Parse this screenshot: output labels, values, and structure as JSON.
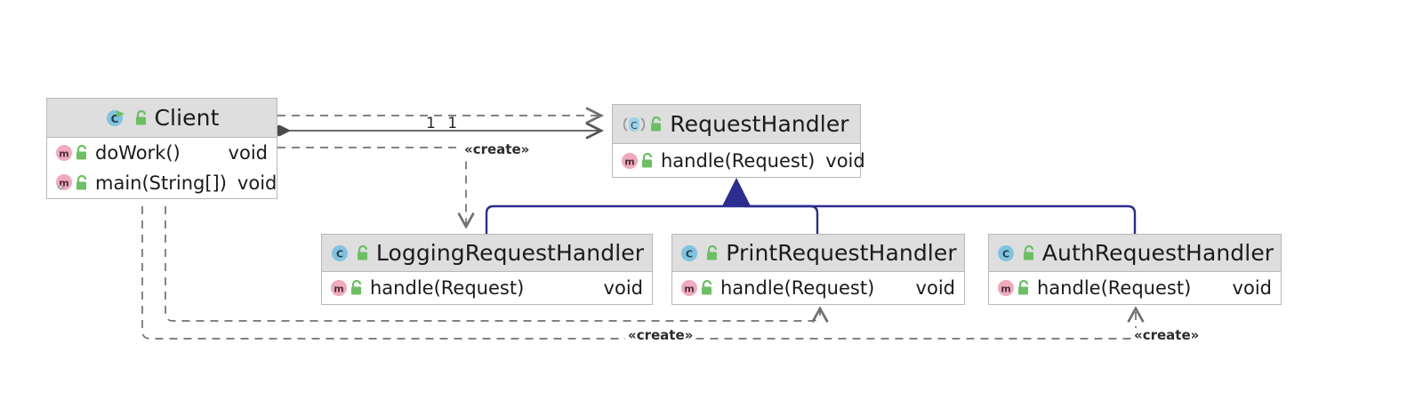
{
  "diagram": {
    "kind": "uml-class-diagram",
    "background": "#ffffff",
    "colors": {
      "box_header": "#dedede",
      "box_body": "#ffffff",
      "box_border": "#b8b8b8",
      "inheritance_line": "#2b2d8f",
      "dependency_line": "#707070",
      "association_line": "#555555",
      "class_icon": "#7fc3e0",
      "abstract_icon": "#9dd3ea",
      "method_icon": "#f0a9bd",
      "lock_icon": "#6cbf63"
    },
    "classes": [
      {
        "id": "client",
        "name": "Client",
        "icon": "class-runnable-icon",
        "visibility_icon": "unlock-icon",
        "members": [
          {
            "icon": "method-icon",
            "visibility_icon": "unlock-icon",
            "name": "doWork()",
            "type": "void",
            "static": false
          },
          {
            "icon": "method-static-icon",
            "visibility_icon": "unlock-icon",
            "name": "main(String[])",
            "type": "void",
            "static": true
          }
        ]
      },
      {
        "id": "request-handler",
        "name": "RequestHandler",
        "icon": "abstract-class-icon",
        "visibility_icon": "unlock-icon",
        "members": [
          {
            "icon": "method-icon",
            "visibility_icon": "unlock-icon",
            "name": "handle(Request)",
            "type": "void",
            "static": false
          }
        ]
      },
      {
        "id": "logging-request-handler",
        "name": "LoggingRequestHandler",
        "icon": "class-icon",
        "visibility_icon": "unlock-icon",
        "members": [
          {
            "icon": "method-icon",
            "visibility_icon": "unlock-icon",
            "name": "handle(Request)",
            "type": "void",
            "static": false
          }
        ]
      },
      {
        "id": "print-request-handler",
        "name": "PrintRequestHandler",
        "icon": "class-icon",
        "visibility_icon": "unlock-icon",
        "members": [
          {
            "icon": "method-icon",
            "visibility_icon": "unlock-icon",
            "name": "handle(Request)",
            "type": "void",
            "static": false
          }
        ]
      },
      {
        "id": "auth-request-handler",
        "name": "AuthRequestHandler",
        "icon": "class-icon",
        "visibility_icon": "unlock-icon",
        "members": [
          {
            "icon": "method-icon",
            "visibility_icon": "unlock-icon",
            "name": "handle(Request)",
            "type": "void",
            "static": false
          }
        ]
      }
    ],
    "edge_labels": {
      "multiplicity_association": "1 1",
      "create_logging": "«create»",
      "create_print": "«create»",
      "create_auth": "«create»"
    },
    "relationships": [
      {
        "from": "client",
        "to": "request-handler",
        "type": "dependency"
      },
      {
        "from": "client",
        "to": "request-handler",
        "type": "composition",
        "label": "1 1"
      },
      {
        "from": "client",
        "to": "logging-request-handler",
        "type": "dependency",
        "label": "«create»"
      },
      {
        "from": "client",
        "to": "print-request-handler",
        "type": "dependency",
        "label": "«create»"
      },
      {
        "from": "client",
        "to": "auth-request-handler",
        "type": "dependency",
        "label": "«create»"
      },
      {
        "from": "logging-request-handler",
        "to": "request-handler",
        "type": "generalization"
      },
      {
        "from": "print-request-handler",
        "to": "request-handler",
        "type": "generalization"
      },
      {
        "from": "auth-request-handler",
        "to": "request-handler",
        "type": "generalization"
      }
    ]
  }
}
